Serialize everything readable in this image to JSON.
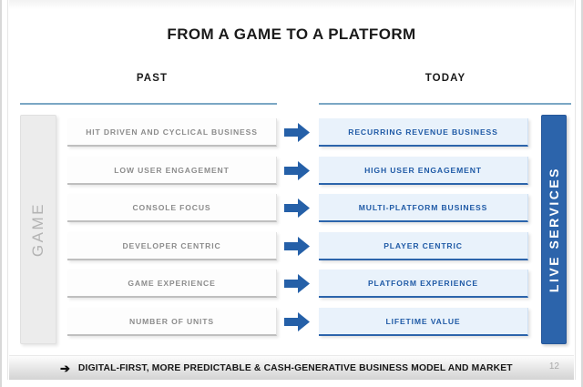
{
  "slide": {
    "title": "FROM A GAME TO A PLATFORM",
    "page_number": "12",
    "accent_blue": "#2c64ab",
    "rule_color": "#7ba7c4",
    "past_text_color": "#8c8c8c",
    "today_text_color": "#1f5aa6"
  },
  "columns": {
    "past_header": "PAST",
    "today_header": "TODAY"
  },
  "side_labels": {
    "left": "GAME",
    "right": "LIVE SERVICES"
  },
  "rows": [
    {
      "past": "HIT DRIVEN AND CYCLICAL BUSINESS",
      "today": "RECURRING REVENUE BUSINESS",
      "arrow": "right-arrow-icon"
    },
    {
      "past": "LOW USER ENGAGEMENT",
      "today": "HIGH USER ENGAGEMENT",
      "arrow": "right-arrow-icon"
    },
    {
      "past": "CONSOLE FOCUS",
      "today": "MULTI-PLATFORM BUSINESS",
      "arrow": "right-arrow-icon"
    },
    {
      "past": "DEVELOPER CENTRIC",
      "today": "PLAYER CENTRIC",
      "arrow": "right-arrow-icon"
    },
    {
      "past": "GAME EXPERIENCE",
      "today": "PLATFORM EXPERIENCE",
      "arrow": "right-arrow-icon"
    },
    {
      "past": "NUMBER OF UNITS",
      "today": "LIFETIME VALUE",
      "arrow": "right-arrow-icon"
    }
  ],
  "banner": {
    "arrow_glyph": "➔",
    "text": "DIGITAL-FIRST, MORE PREDICTABLE & CASH-GENERATIVE BUSINESS MODEL AND MARKET"
  }
}
